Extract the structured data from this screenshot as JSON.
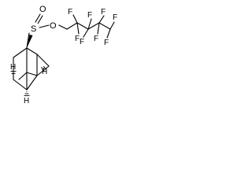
{
  "structure": {
    "sulfur": "S",
    "sulfinyl_oxygen": "O",
    "ester_oxygen": "O",
    "fluorines": [
      "F",
      "F",
      "F",
      "F",
      "F",
      "F",
      "F",
      "F"
    ],
    "hydrogens": [
      "H",
      "H",
      "H"
    ]
  }
}
